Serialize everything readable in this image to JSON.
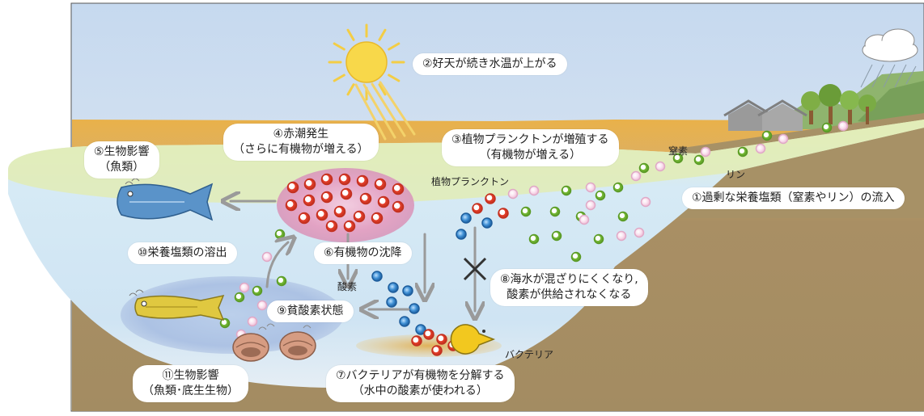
{
  "labels": {
    "l1": "①過剰な栄養塩類（窒素やリン）の流入",
    "l2": "②好天が続き水温が上がる",
    "l3a": "③植物プランクトンが増殖する",
    "l3b": "（有機物が増える）",
    "l4a": "④赤潮発生",
    "l4b": "（さらに有機物が増える）",
    "l5a": "⑤生物影響",
    "l5b": "（魚類）",
    "l6": "⑥有機物の沈降",
    "l7a": "⑦バクテリアが有機物を分解する",
    "l7b": "（水中の酸素が使われる）",
    "l8a": "⑧海水が混ざりにくくなり,",
    "l8b": "酸素が供給されなくなる",
    "l9": "⑨貧酸素状態",
    "l10": "⑩栄養塩類の溶出",
    "l11a": "⑪生物影響",
    "l11b": "（魚類･底生生物）"
  },
  "small_labels": {
    "phytoplankton": "植物プランクトン",
    "nitrogen": "窒素",
    "phosphorus": "リン",
    "oxygen": "酸素",
    "bacteria": "バクテリア"
  },
  "colors": {
    "sky": "#cfdff0",
    "ground": "#a79166",
    "water": "#dcecf7",
    "surface_green": "#e3edb8",
    "red_tide": "#e7a9c8",
    "organic_particle": "#e8412c",
    "oxygen_particle": "#2f7fc4",
    "nitrogen_particle": "#7bbf3a",
    "phosphorus_particle": "#f3c5dd",
    "sun": "#f8d84a",
    "bacteria": "#f2c81f",
    "arrow": "#9a9a9a"
  },
  "icons": [
    "sun-icon",
    "cloud-icon",
    "rain-icon",
    "house-icon",
    "tree-icon",
    "fish-icon",
    "shellfish-icon",
    "bacteria-icon",
    "cross-mark-icon"
  ]
}
